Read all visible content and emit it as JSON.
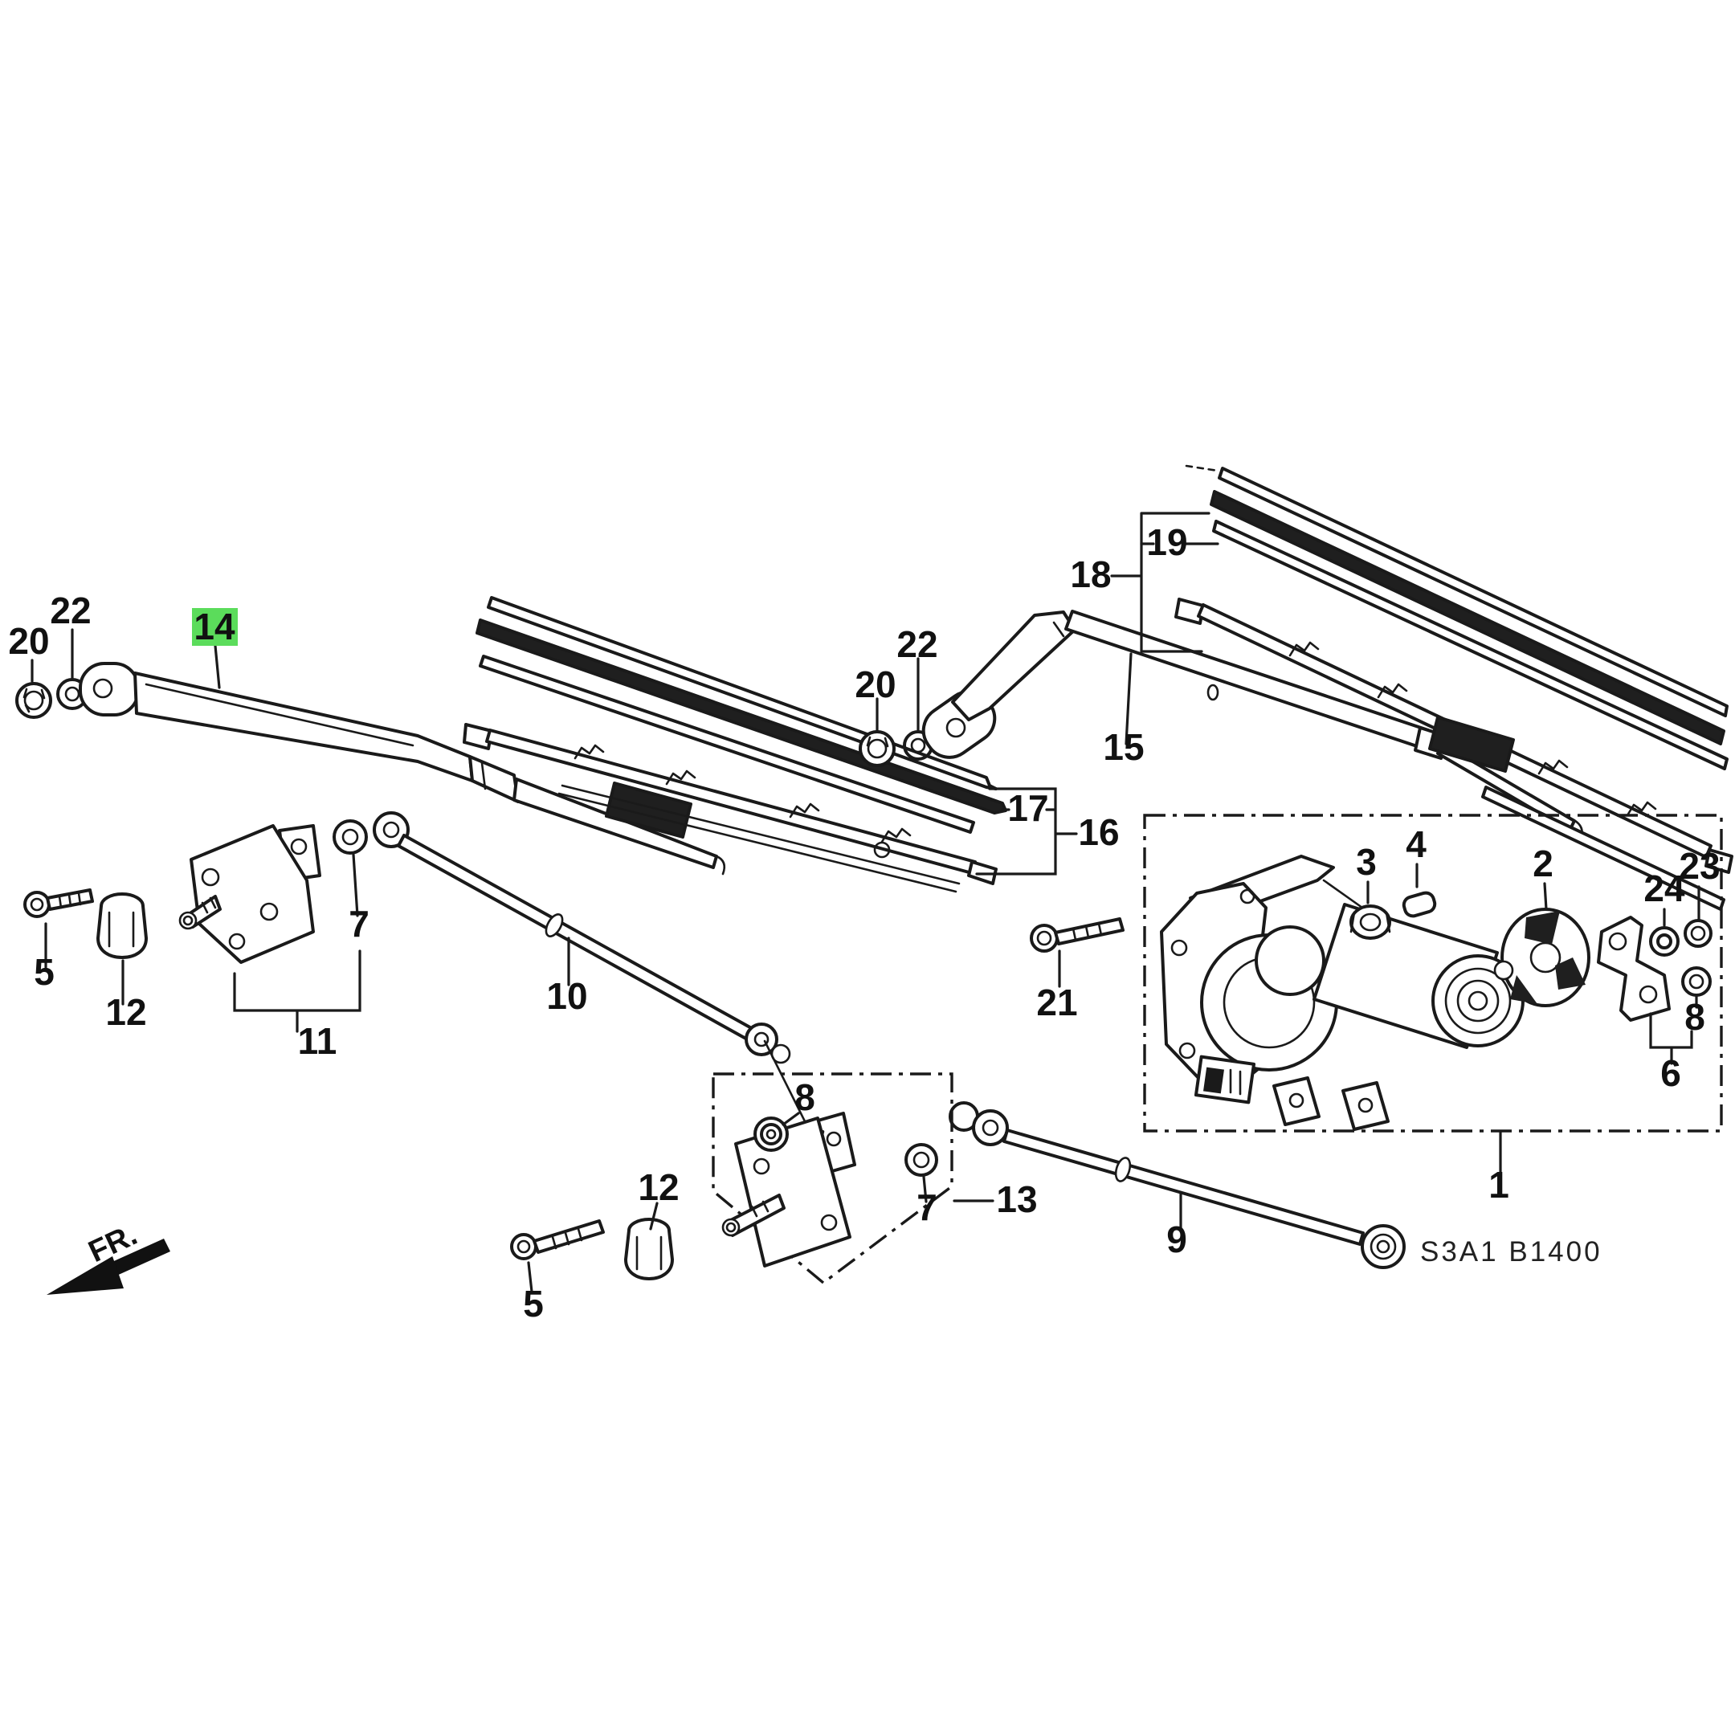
{
  "diagram": {
    "part_code": "S3A1  B1400",
    "fr_label": "FR.",
    "highlighted_part": "14",
    "highlight_color": "#5BDC5B",
    "line_color": "#1a1a1a",
    "background_color": "#ffffff"
  },
  "labels": [
    {
      "id": "20-left",
      "text": "20"
    },
    {
      "id": "22-left",
      "text": "22"
    },
    {
      "id": "14",
      "text": "14"
    },
    {
      "id": "18",
      "text": "18"
    },
    {
      "id": "19",
      "text": "19"
    },
    {
      "id": "20-right",
      "text": "20"
    },
    {
      "id": "22-right",
      "text": "22"
    },
    {
      "id": "15",
      "text": "15"
    },
    {
      "id": "17",
      "text": "17"
    },
    {
      "id": "16",
      "text": "16"
    },
    {
      "id": "21",
      "text": "21"
    },
    {
      "id": "3",
      "text": "3"
    },
    {
      "id": "4",
      "text": "4"
    },
    {
      "id": "2",
      "text": "2"
    },
    {
      "id": "24",
      "text": "24"
    },
    {
      "id": "23",
      "text": "23"
    },
    {
      "id": "8-right",
      "text": "8"
    },
    {
      "id": "6",
      "text": "6"
    },
    {
      "id": "1",
      "text": "1"
    },
    {
      "id": "5-left",
      "text": "5"
    },
    {
      "id": "12-left",
      "text": "12"
    },
    {
      "id": "7-left",
      "text": "7"
    },
    {
      "id": "11",
      "text": "11"
    },
    {
      "id": "10",
      "text": "10"
    },
    {
      "id": "8-mid",
      "text": "8"
    },
    {
      "id": "12-mid",
      "text": "12"
    },
    {
      "id": "7-mid",
      "text": "7"
    },
    {
      "id": "13",
      "text": "13"
    },
    {
      "id": "5-mid",
      "text": "5"
    },
    {
      "id": "9",
      "text": "9"
    }
  ]
}
